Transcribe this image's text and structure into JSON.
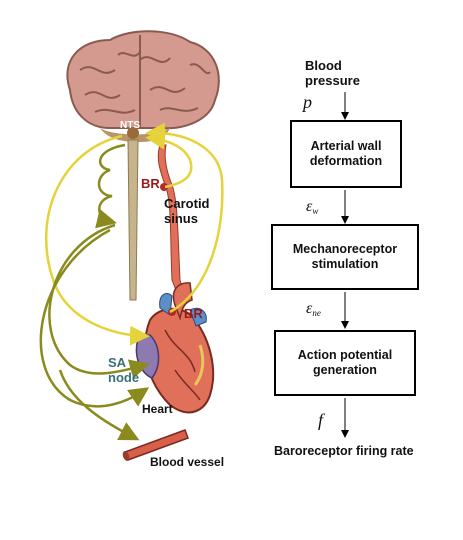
{
  "figure": {
    "nts_label": "NTS",
    "br_carotid_label": "BR",
    "carotid_sinus_label": "Carotid sinus",
    "br_aortic_label": "BR",
    "sa_node_label": "SA node",
    "heart_label": "Heart",
    "blood_vessel_label": "Blood vessel"
  },
  "flow": {
    "input_label": "Blood pressure",
    "input_symbol": "p",
    "boxes": [
      {
        "label": "Arterial wall deformation"
      },
      {
        "label": "Mechanoreceptor stimulation"
      },
      {
        "label": "Action potential generation"
      }
    ],
    "symbol_1": "ε",
    "symbol_1_sub": "w",
    "symbol_2": "ε",
    "symbol_2_sub": "ne",
    "output_symbol": "f",
    "output_label": "Baroreceptor firing rate"
  },
  "colors": {
    "brain": "#d49a8f",
    "spinal_cord": "#c8b48c",
    "artery": "#e0705a",
    "vein": "#5b8fc8",
    "yellow_path": "#e6d23a",
    "olive_path": "#8a8a1e",
    "sa_node": "#8c7ab0",
    "sa_text": "#3a6e7a",
    "br_text": "#9a1a1a"
  }
}
